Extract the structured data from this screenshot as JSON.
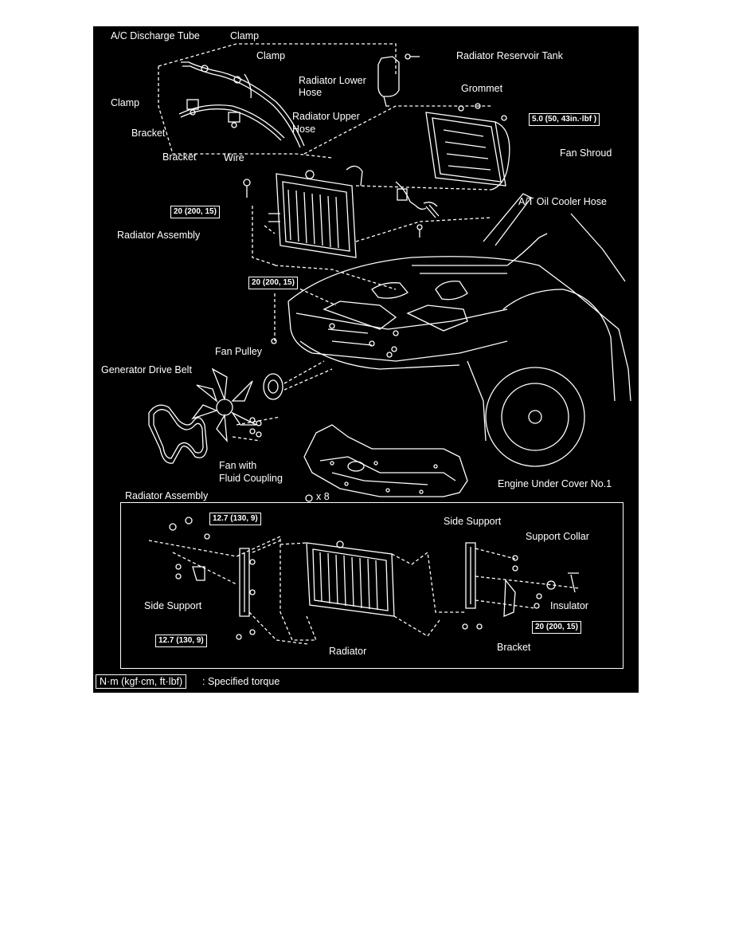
{
  "labels": {
    "ac_discharge_tube": "A/C Discharge Tube",
    "clamp_top": "Clamp",
    "clamp_mid": "Clamp",
    "clamp_left": "Clamp",
    "bracket_1": "Bracket",
    "bracket_2": "Bracket",
    "wire": "Wire",
    "radiator_reservoir_tank": "Radiator Reservoir Tank",
    "radiator_lower_hose_l1": "Radiator Lower",
    "radiator_lower_hose_l2": "Hose",
    "grommet": "Grommet",
    "radiator_upper_hose_l1": "Radiator Upper",
    "radiator_upper_hose_l2": "Hose",
    "fan_shroud": "Fan Shroud",
    "at_oil_cooler_hose": "A/T Oil Cooler Hose",
    "radiator_assembly": "Radiator Assembly",
    "fan_pulley": "Fan Pulley",
    "generator_drive_belt": "Generator Drive Belt",
    "fan_with_l1": "Fan with",
    "fan_with_l2": "Fluid Coupling",
    "engine_under_cover": "Engine Under Cover No.1",
    "x8": "x 8",
    "sub_title": "Radiator Assembly",
    "side_support_right": "Side Support",
    "support_collar": "Support Collar",
    "side_support_left": "Side Support",
    "insulator": "Insulator",
    "radiator": "Radiator",
    "bracket_sub": "Bracket"
  },
  "torques": {
    "shroud": "5.0 (50, 43in.·lbf )",
    "radiator_top": "20 (200, 15)",
    "radiator_mid": "20 (200, 15)",
    "sub_top": "12.7 (130, 9)",
    "sub_bottom": "12.7 (130, 9)",
    "sub_right": "20 (200, 15)"
  },
  "legend": {
    "unit_box": "N·m (kgf·cm, ft·lbf)",
    "text": ": Specified torque"
  },
  "colors": {
    "background": "#000000",
    "ink": "#ffffff"
  }
}
